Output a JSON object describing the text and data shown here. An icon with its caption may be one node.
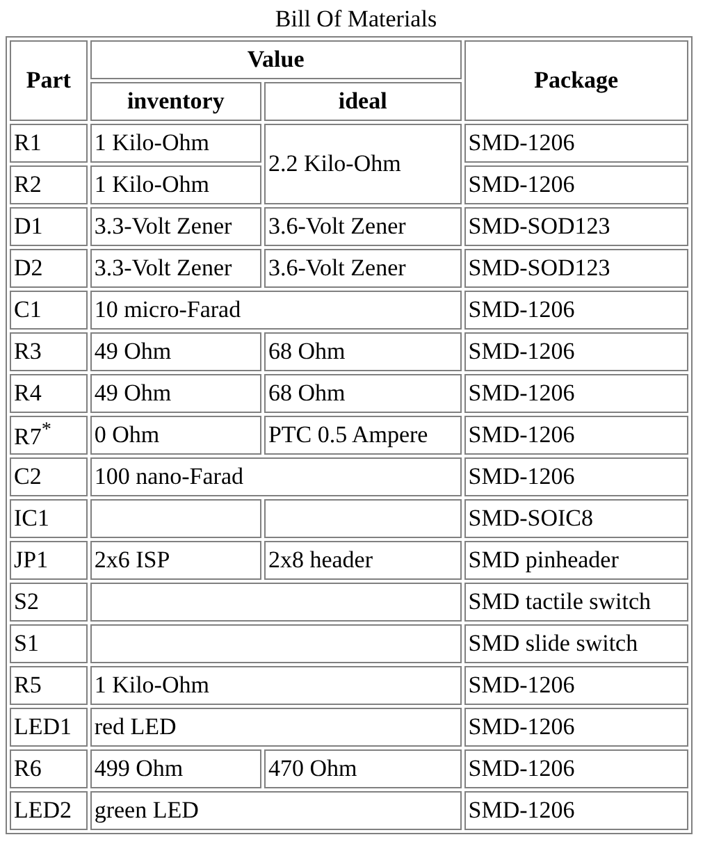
{
  "diagram": {
    "title": "Bill Of Materials",
    "labels": [
      "Part",
      "Value",
      "Package",
      "inventory",
      "ideal",
      "R1",
      "1 Kilo-Ohm",
      "2.2 Kilo-Ohm",
      "SMD-1206",
      "R2",
      "1 Kilo-Ohm",
      "SMD-1206",
      "D1",
      "3.3-Volt Zener",
      "3.6-Volt Zener",
      "SMD-SOD123",
      "D2",
      "3.3-Volt Zener",
      "3.6-Volt Zener",
      "SMD-SOD123",
      "C1",
      "10 micro-Farad",
      "SMD-1206",
      "R3",
      "49 Ohm",
      "68 Ohm",
      "SMD-1206",
      "R4",
      "49 Ohm",
      "68 Ohm",
      "SMD-1206",
      "R7$^{*}$",
      "0 Ohm",
      "PTC 0.5 Ampere",
      "SMD-1206",
      "C2",
      "100 nano-Farad",
      "SMD-1206",
      "IC1",
      "SMD-SOIC8",
      "JP1",
      "2x6 ISP",
      "2x8 header",
      "SMD pinheader",
      "S2",
      "SMD tactile switch",
      "S1",
      "SMD slide switch",
      "R5",
      "1 Kilo-Ohm",
      "SMD-1206",
      "LED1",
      "red LED",
      "SMD-1206",
      "R6",
      "499 Ohm",
      "470 Ohm",
      "SMD-1206",
      "LED2",
      "green LED",
      "SMD-1206"
    ]
  }
}
